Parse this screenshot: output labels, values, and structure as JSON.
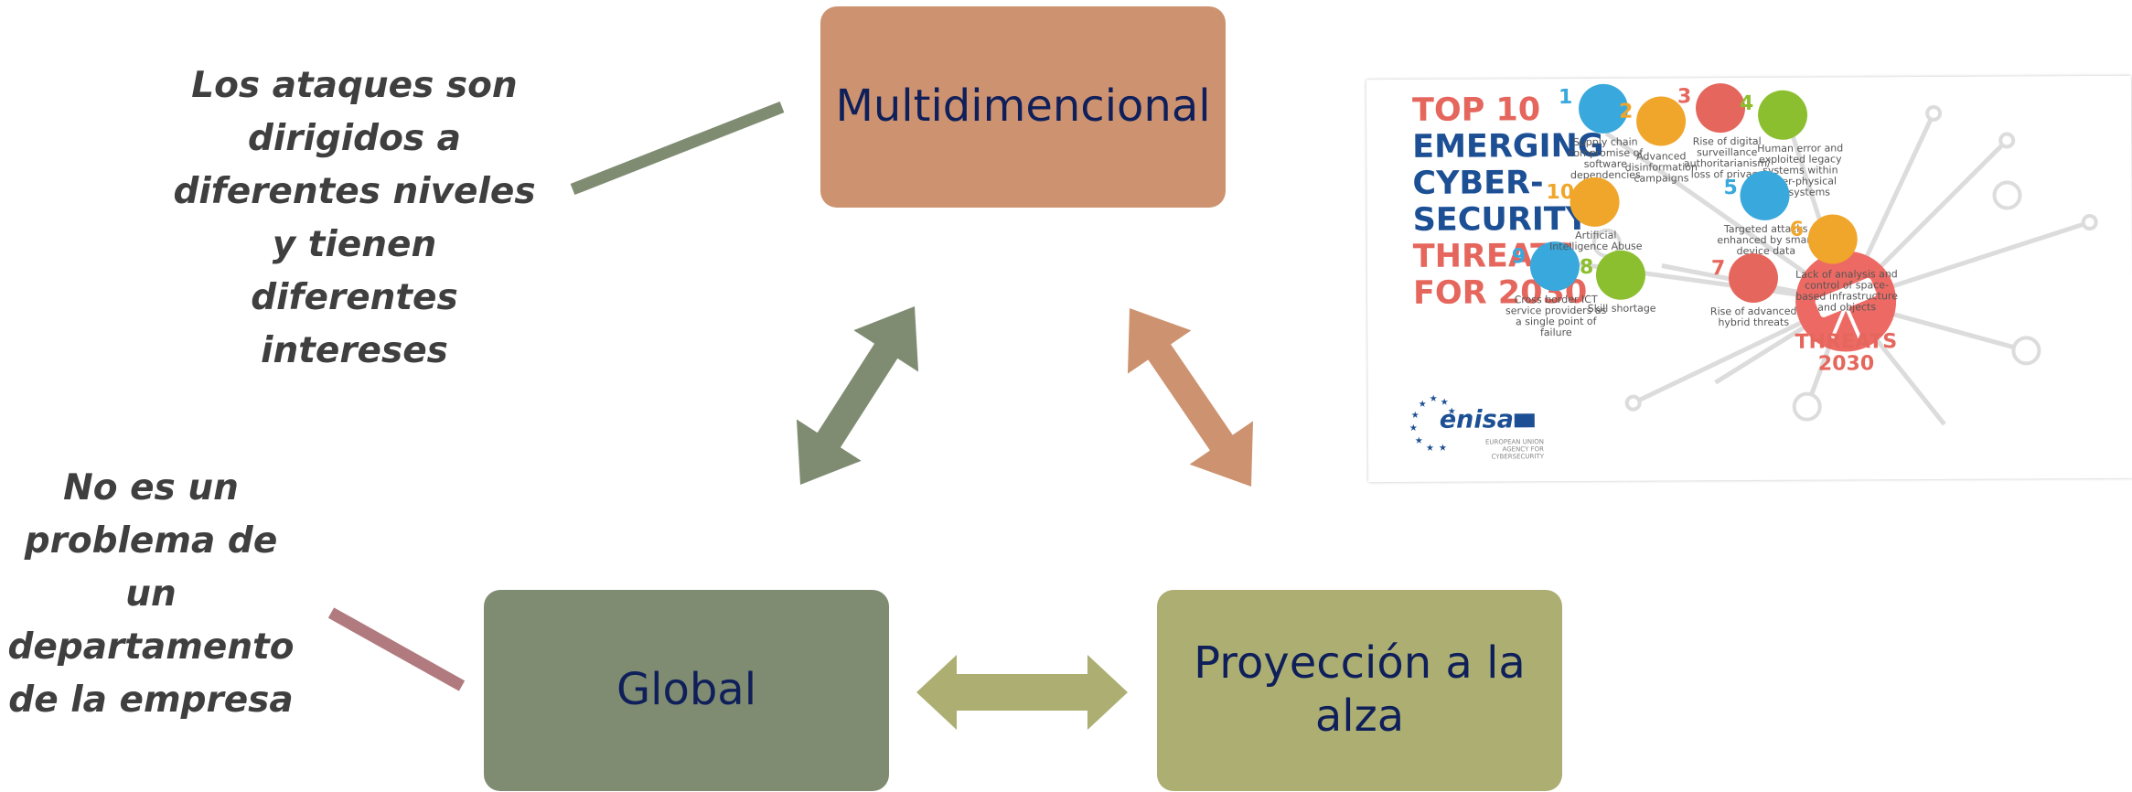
{
  "boxes": {
    "multidimensional": "Multidimencional",
    "global": "Global",
    "projection": "Proyección a la alza"
  },
  "notes": {
    "top": "Los ataques son dirigidos a diferentes niveles y tienen diferentes intereses",
    "left": "No es un problema de un departamento de la empresa"
  },
  "infographic": {
    "title_lines": [
      "TOP 10",
      "EMERGING",
      "CYBER-",
      "SECURITY",
      "THREATS",
      "FOR 2030"
    ],
    "hub": [
      "THREATS",
      "2030"
    ],
    "threats": [
      {
        "num": "1",
        "label": "Supply chain compromise of software dependencies",
        "color": "#39a8dd"
      },
      {
        "num": "2",
        "label": "Advanced disinformation campaigns",
        "color": "#f0a62b"
      },
      {
        "num": "3",
        "label": "Rise of digital surveillance authoritarianism/ loss of privacy",
        "color": "#e5665c"
      },
      {
        "num": "4",
        "label": "Human error and exploited legacy systems within cyber-physical ecosystems",
        "color": "#8cbf2f"
      },
      {
        "num": "5",
        "label": "Targeted attacks enhanced by smart device data",
        "color": "#39a8dd"
      },
      {
        "num": "6",
        "label": "Lack of analysis and control of space-based infrastructure and objects",
        "color": "#f0a62b"
      },
      {
        "num": "7",
        "label": "Rise of advanced hybrid threats",
        "color": "#e5665c"
      },
      {
        "num": "8",
        "label": "Skill shortage",
        "color": "#8cbf2f"
      },
      {
        "num": "9",
        "label": "Cross border ICT service providers as a single point of failure",
        "color": "#39a8dd"
      },
      {
        "num": "10",
        "label": "Artificial Intelligence Abuse",
        "color": "#f0a62b"
      }
    ],
    "logo": "enisa",
    "logo_sub": "EUROPEAN UNION AGENCY FOR CYBERSECURITY"
  },
  "colors": {
    "multidimensional_box": "#cd9370",
    "global_box": "#7f8c72",
    "projection_box": "#adaf72",
    "box_text": "#0f1f5a",
    "arrow_green": "#7f8c72",
    "arrow_orange": "#cd9370",
    "arrow_olive": "#adaf72",
    "connector_top": "#7f8c72",
    "connector_left": "#b07a7e"
  }
}
